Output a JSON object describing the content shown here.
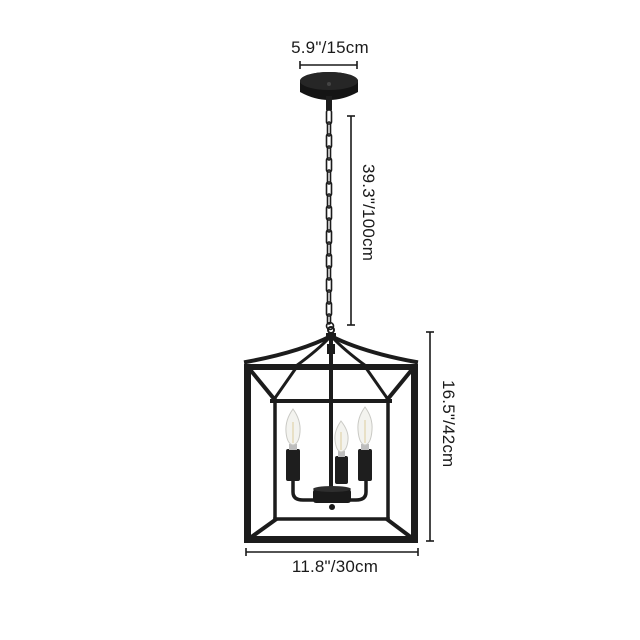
{
  "product": {
    "type": "pendant-lantern-chandelier",
    "bulb_count": 3,
    "finish_color": "#1c1c1c",
    "background_color": "#ffffff"
  },
  "dimensions": {
    "canopy_diameter": "5.9\"/15cm",
    "chain_length": "39.3\"/100cm",
    "cage_height": "16.5\"/42cm",
    "cage_width": "11.8\"/30cm"
  },
  "colors": {
    "dimension_line": "#1a1a1a",
    "metal": "#1c1c1c",
    "bulb_glass": "#f2f2ee"
  }
}
